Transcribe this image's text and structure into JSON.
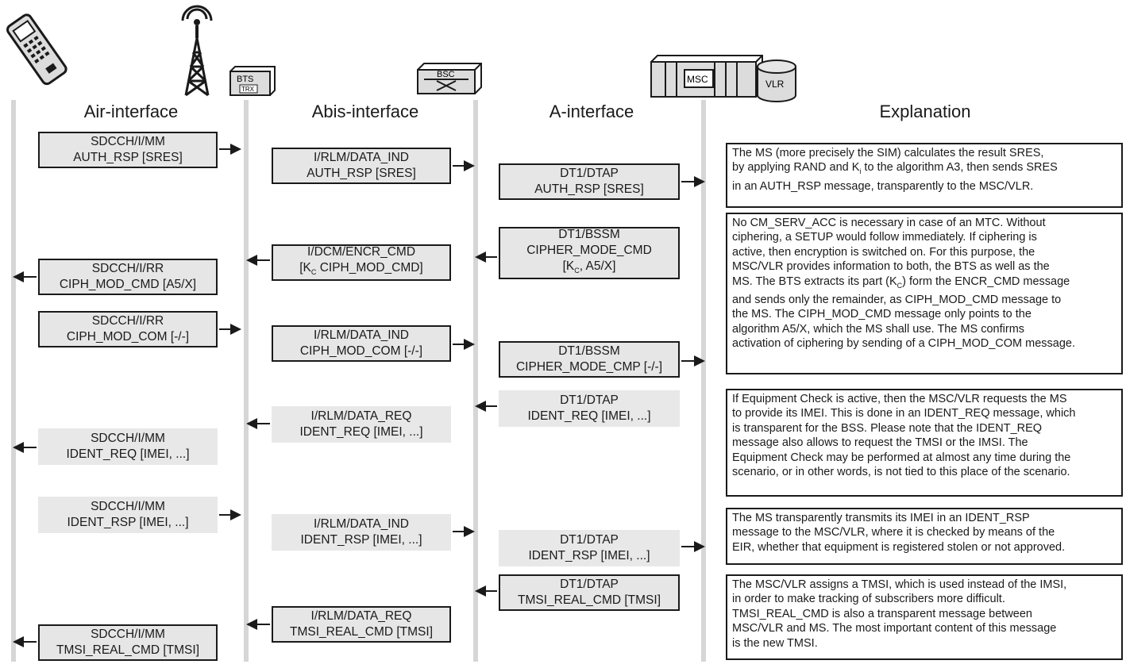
{
  "headers": {
    "air": "Air-interface",
    "abis": "Abis-interface",
    "a": "A-interface",
    "explanation": "Explanation"
  },
  "devices": {
    "bts_label": "BTS",
    "trx_label": "TRX",
    "bsc_label": "BSC",
    "msc_label": "MSC",
    "vlr_label": "VLR"
  },
  "messages": {
    "air_auth_rsp": [
      "SDCCH/I/MM",
      "AUTH_RSP [SRES]"
    ],
    "abis_auth_rsp": [
      "I/RLM/DATA_IND",
      "AUTH_RSP [SRES]"
    ],
    "a_auth_rsp": [
      "DT1/DTAP",
      "AUTH_RSP [SRES]"
    ],
    "a_cipher_cmd": [
      "DT1/BSSM",
      "CIPHER_MODE_CMD",
      "[Kc, A5/X]"
    ],
    "abis_encr_cmd": [
      "I/DCM/ENCR_CMD",
      "[Kc CIPH_MOD_CMD]"
    ],
    "air_ciph_cmd": [
      "SDCCH/I/RR",
      "CIPH_MOD_CMD [A5/X]"
    ],
    "air_ciph_com": [
      "SDCCH/I/RR",
      "CIPH_MOD_COM [-/-]"
    ],
    "abis_ciph_com": [
      "I/RLM/DATA_IND",
      "CIPH_MOD_COM [-/-]"
    ],
    "a_cipher_cmp": [
      "DT1/BSSM",
      "CIPHER_MODE_CMP [-/-]"
    ],
    "a_ident_req": [
      "DT1/DTAP",
      "IDENT_REQ [IMEI, ...]"
    ],
    "abis_ident_req": [
      "I/RLM/DATA_REQ",
      "IDENT_REQ [IMEI, ...]"
    ],
    "air_ident_req": [
      "SDCCH/I/MM",
      "IDENT_REQ [IMEI, ...]"
    ],
    "air_ident_rsp": [
      "SDCCH/I/MM",
      "IDENT_RSP [IMEI, ...]"
    ],
    "abis_ident_rsp": [
      "I/RLM/DATA_IND",
      "IDENT_RSP [IMEI, ...]"
    ],
    "a_ident_rsp": [
      "DT1/DTAP",
      "IDENT_RSP [IMEI, ...]"
    ],
    "a_tmsi_cmd": [
      "DT1/DTAP",
      "TMSI_REAL_CMD [TMSI]"
    ],
    "abis_tmsi_cmd": [
      "I/RLM/DATA_REQ",
      "TMSI_REAL_CMD [TMSI]"
    ],
    "air_tmsi_cmd": [
      "SDCCH/I/MM",
      "TMSI_REAL_CMD [TMSI]"
    ]
  },
  "explanations": {
    "auth": "The MS (more precisely the SIM) calculates the result SRES,\nby applying RAND and Ki to the algorithm A3, then sends SRES\nin an AUTH_RSP message, transparently to the MSC/VLR.",
    "cipher": "No CM_SERV_ACC is necessary in case of an MTC. Without\nciphering, a SETUP would follow immediately. If ciphering is\nactive, then encryption is switched on. For this purpose, the\nMSC/VLR provides information to both, the BTS as well as the\nMS. The BTS extracts its part (Kc) form the ENCR_CMD message\nand sends only the remainder, as CIPH_MOD_CMD message to\nthe MS. The CIPH_MOD_CMD message only points to the\nalgorithm A5/X, which the MS shall use. The MS confirms\nactivation of ciphering by sending of a CIPH_MOD_COM message.",
    "ident_req": "If Equipment Check is active, then the MSC/VLR requests the MS\nto provide its IMEI. This is done in an IDENT_REQ message, which\nis transparent for the BSS. Please note that the IDENT_REQ\nmessage also allows to request the TMSI or the IMSI. The\nEquipment Check may be performed at almost any time during the\nscenario, or in other words, is not tied to this place of the scenario.",
    "ident_rsp": "The MS transparently transmits its IMEI in an IDENT_RSP\nmessage to the MSC/VLR, where it is checked by means of the\nEIR, whether that equipment is registered stolen or not approved.",
    "tmsi": "The MSC/VLR assigns a TMSI, which is used instead of the IMSI,\nin order to make tracking of subscribers more difficult.\nTMSI_REAL_CMD is also a transparent message between\nMSC/VLR and MS. The most important content of this message\nis the new TMSI."
  }
}
